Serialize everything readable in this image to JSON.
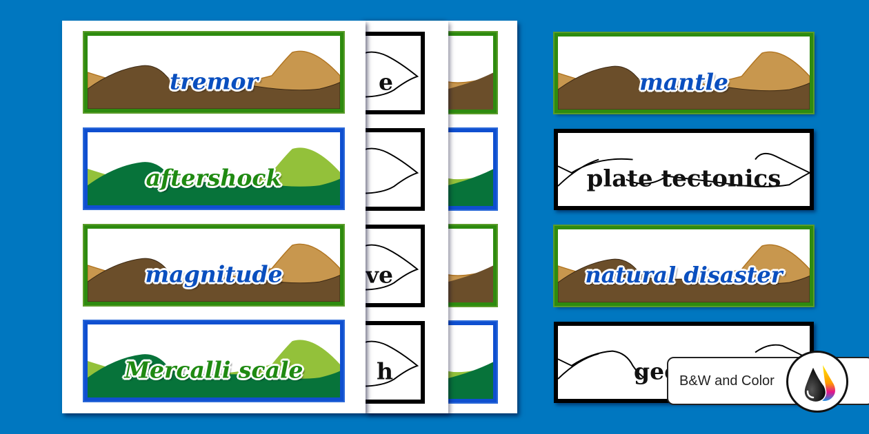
{
  "background_color": "#0077c0",
  "front_page": {
    "cards": [
      {
        "word": "tremor",
        "theme": "brown"
      },
      {
        "word": "aftershock",
        "theme": "green"
      },
      {
        "word": "magnitude",
        "theme": "brown"
      },
      {
        "word": "Mercalli scale",
        "theme": "green"
      }
    ]
  },
  "middle_page": {
    "cards": [
      {
        "visible_text": "e"
      },
      {
        "visible_text": ""
      },
      {
        "visible_text": "ve"
      },
      {
        "visible_text": "h"
      }
    ]
  },
  "back_page": {
    "cards": [
      {
        "theme": "brown"
      },
      {
        "theme": "green"
      },
      {
        "theme": "brown"
      },
      {
        "theme": "green"
      }
    ]
  },
  "right_column": {
    "cards": [
      {
        "word": "mantle",
        "theme": "brown"
      },
      {
        "word": "plate tectonics",
        "theme": "bw"
      },
      {
        "word": "natural disaster",
        "theme": "brown"
      },
      {
        "word": "geol",
        "theme": "bw"
      }
    ]
  },
  "badge": {
    "label": "B&W and Color",
    "icon": "ink-drops-icon"
  },
  "colors": {
    "brown_dark": "#6b4e2a",
    "brown_light": "#c8974e",
    "green_dark": "#07733a",
    "green_light": "#93c13a",
    "border_green": "#2e8b0f",
    "border_blue": "#0f4fd0",
    "text_blue": "#0a4fbf",
    "text_green": "#1f8a12"
  }
}
